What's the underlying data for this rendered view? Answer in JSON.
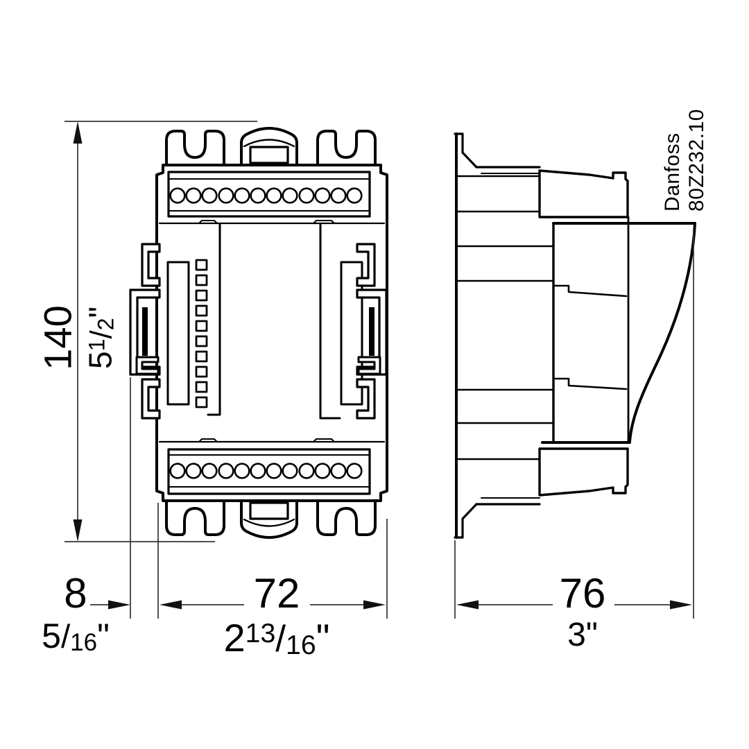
{
  "page": {
    "background_color": "#ffffff",
    "line_color": "#000000",
    "dimension_line_color": "#333333"
  },
  "titleblock": {
    "brand": "Danfoss",
    "drawing_number": "80Z232.10"
  },
  "drawing": {
    "front_view": {
      "terminal_rows": "2",
      "terminal_screws_per_row": "12",
      "led_windows": "10",
      "din_clips_per_side": "3"
    },
    "side_view": {
      "depth_reference": "76"
    }
  },
  "dimensions": {
    "height": {
      "mm": "140",
      "in_whole": "5",
      "in_num": "1",
      "slash": "/",
      "in_den": "2",
      "mark": "\""
    },
    "clip": {
      "mm": "8",
      "in_whole": "5",
      "slash": "/",
      "in_den": "16",
      "mark": "\""
    },
    "width": {
      "mm": "72",
      "in_whole": "2",
      "in_num": "13",
      "slash": "/",
      "in_den": "16",
      "mark": "\""
    },
    "depth": {
      "mm": "76",
      "in_whole": "3",
      "mark": "\""
    }
  }
}
